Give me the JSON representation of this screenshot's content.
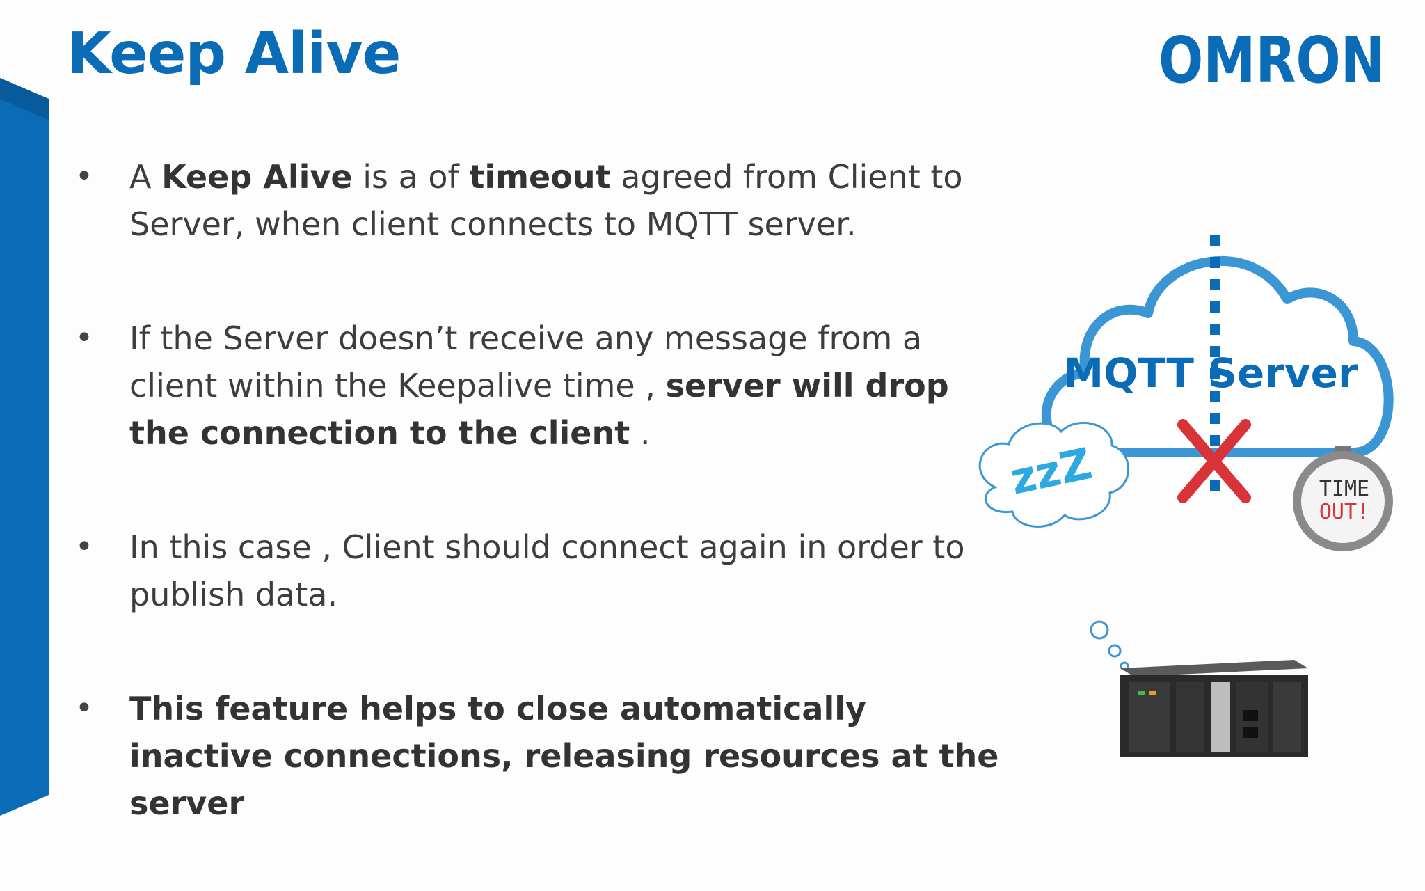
{
  "slide": {
    "title": "Keep Alive",
    "brand": "OMRON",
    "accent_color": "#0a6bb6"
  },
  "bullets": [
    {
      "segments": [
        {
          "text": "A ",
          "bold": false
        },
        {
          "text": "Keep Alive",
          "bold": true
        },
        {
          "text": " is a of ",
          "bold": false
        },
        {
          "text": "timeout",
          "bold": true
        },
        {
          "text": " agreed from Client to Server, when client connects to MQTT server.",
          "bold": false
        }
      ]
    },
    {
      "segments": [
        {
          "text": "If the Server doesn’t receive any message from a client within the Keepalive time , ",
          "bold": false
        },
        {
          "text": "server will drop the connection to the client",
          "bold": true
        },
        {
          "text": " .",
          "bold": false
        }
      ]
    },
    {
      "segments": [
        {
          "text": "In this case , Client should connect again in order to publish data.",
          "bold": false
        }
      ]
    },
    {
      "segments": [
        {
          "text": "This feature helps to close automatically inactive connections, releasing resources at the server",
          "bold": true
        }
      ]
    }
  ],
  "diagram": {
    "cloud_label": "MQTT Server",
    "sleep_text": "zzZ",
    "timer_line1": "TIME",
    "timer_line2": "OUT!",
    "cloud_color": "#3b96d6",
    "cross_color": "#d9333a",
    "link_color": "#0a6bb6",
    "device": "plc-controller"
  }
}
